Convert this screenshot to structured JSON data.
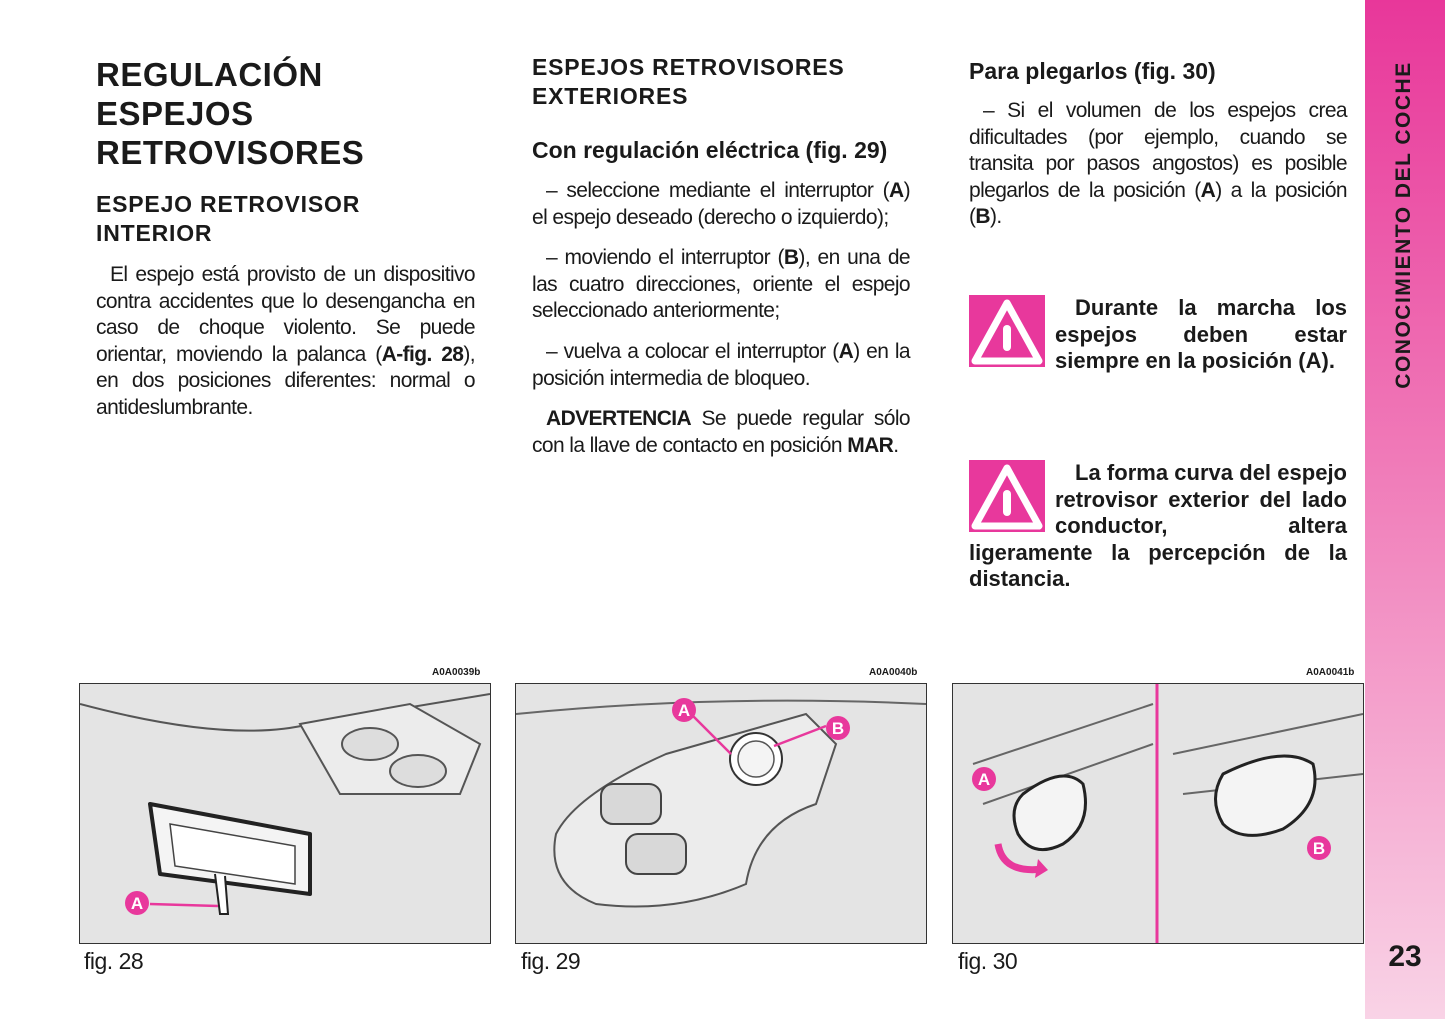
{
  "sidebar": {
    "section_title": "CONOCIMIENTO DEL COCHE",
    "page_number": "23",
    "color": "#e8379a"
  },
  "col1": {
    "title": "REGULACIÓN ESPEJOS RETROVISORES",
    "subtitle": "ESPEJO RETROVISOR INTERIOR",
    "p1": {
      "a": "El espejo está provisto de un dispositivo contra accidentes que lo desengancha en caso de choque violento. Se puede orientar, moviendo la palanca (",
      "b": "A-fig. 28",
      "c": "), en dos posiciones diferentes: normal o antideslumbrante."
    }
  },
  "col2": {
    "title": "ESPEJOS RETROVISORES EXTERIORES",
    "subtitle": {
      "a": "Con regulación eléctrica (",
      "b": "fig. 29",
      "c": ")"
    },
    "p1": {
      "a": "– seleccione mediante el interruptor (",
      "b": "A",
      "c": ") el espejo deseado (derecho o izquierdo);"
    },
    "p2": {
      "a": "– moviendo el interruptor (",
      "b": "B",
      "c": "), en una de las cuatro direcciones, oriente el espejo seleccionado anteriormente;"
    },
    "p3": {
      "a": "– vuelva a colocar el interruptor (",
      "b": "A",
      "c": ") en la posición intermedia de bloqueo."
    },
    "p4": {
      "a": "ADVERTENCIA",
      "b": " Se puede regular sólo con la llave de contacto en posición ",
      "c": "MAR",
      "d": "."
    }
  },
  "col3": {
    "subtitle": {
      "a": "Para plegarlos (",
      "b": "fig. 30",
      "c": ")"
    },
    "p1": {
      "a": "– Si el volumen de los espejos crea dificultades (por ejemplo, cuando se transita por pasos angostos) es posible plegarlos de la posición (",
      "b": "A",
      "c": ") a la posición (",
      "d": "B",
      "e": ")."
    },
    "warning1": "Durante la marcha los espejos deben estar siempre en la posición (A).",
    "warning2": "La forma curva del espejo retrovisor exterior del lado conductor, altera ligeramente la percepción de la distancia."
  },
  "figures": [
    {
      "code": "A0A0039b",
      "caption": "fig. 28",
      "labels": [
        "A"
      ]
    },
    {
      "code": "A0A0040b",
      "caption": "fig. 29",
      "labels": [
        "A",
        "B"
      ]
    },
    {
      "code": "A0A0041b",
      "caption": "fig. 30",
      "labels": [
        "A",
        "B"
      ]
    }
  ]
}
